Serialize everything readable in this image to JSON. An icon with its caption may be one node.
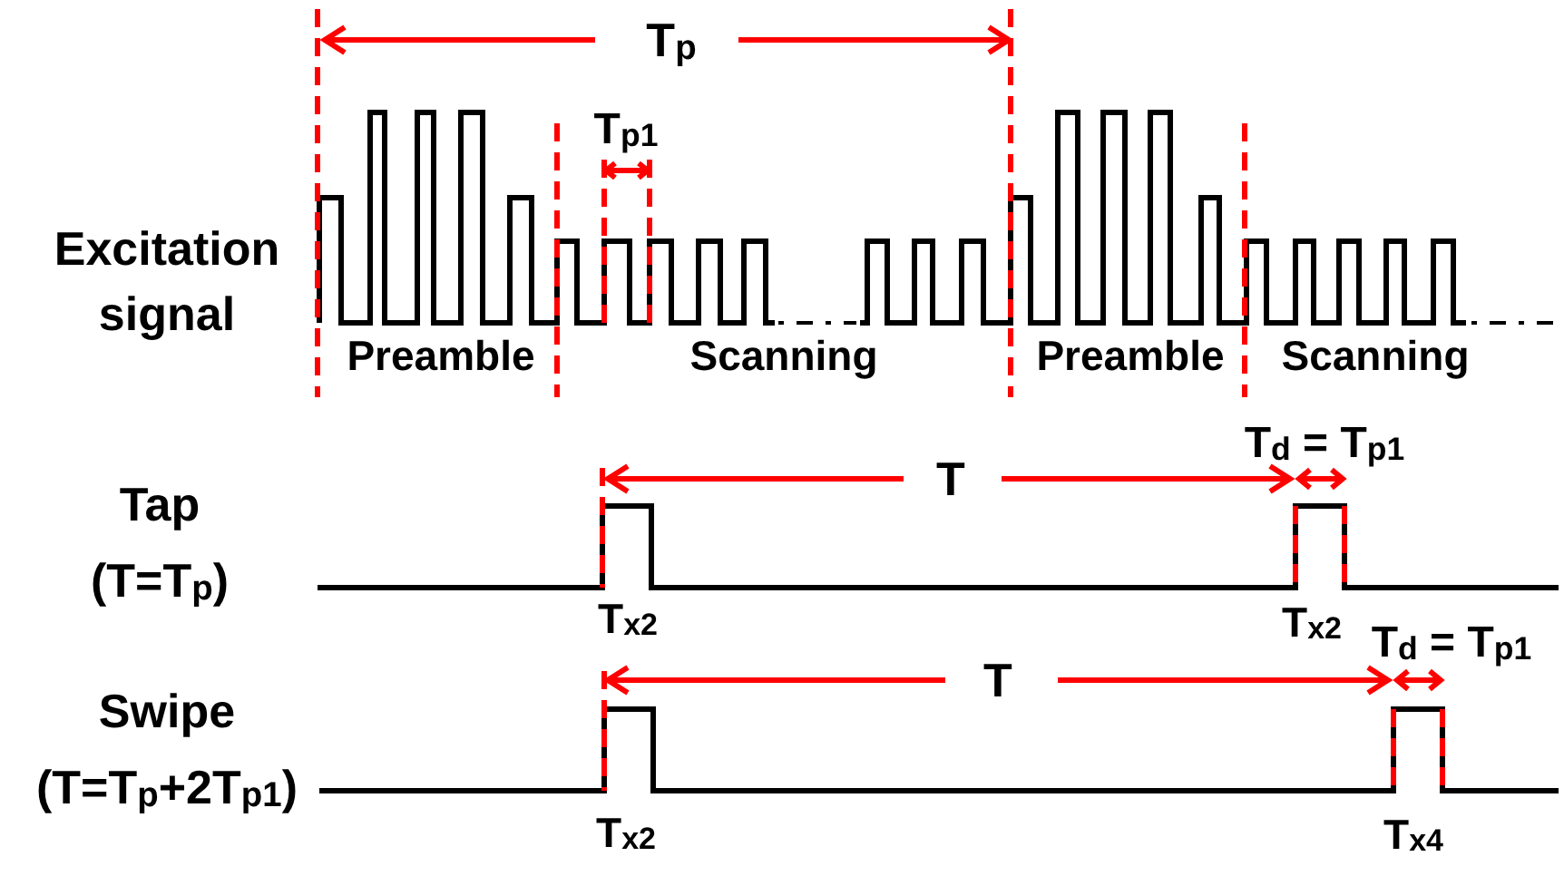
{
  "diagram": {
    "labels": [
      "T$_{p}$",
      "T$_{p1}$",
      "Excitation signal",
      "Preamble",
      "Scanning",
      "Preamble",
      "Scanning",
      "T$_{d}$ = T$_{p1}$",
      "Tap (T=T$_{p}$)",
      "T",
      "T$_{x2}$",
      "T$_{x2}$",
      "T$_{d}$ = T$_{p1}$",
      "Swipe (T=T$_{p}$+2T$_{p1}$)",
      "T",
      "T$_{x2}$",
      "T$_{x4}$"
    ]
  }
}
